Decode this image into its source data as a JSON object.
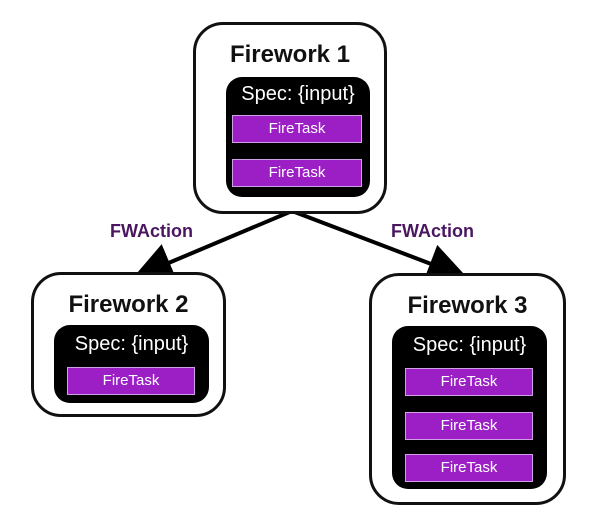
{
  "fireworks": [
    {
      "title": "Firework 1",
      "spec": "Spec: {input}",
      "tasks": [
        "FireTask",
        "FireTask"
      ]
    },
    {
      "title": "Firework 2",
      "spec": "Spec: {input}",
      "tasks": [
        "FireTask"
      ]
    },
    {
      "title": "Firework 3",
      "spec": "Spec: {input}",
      "tasks": [
        "FireTask",
        "FireTask",
        "FireTask"
      ]
    }
  ],
  "edges": [
    {
      "from": "Firework 1",
      "to": "Firework 2",
      "label": "FWAction"
    },
    {
      "from": "Firework 1",
      "to": "Firework 3",
      "label": "FWAction"
    }
  ],
  "colors": {
    "task_fill": "#9b1fc4",
    "edge_label": "#4b1660",
    "spec_fill": "#000000"
  }
}
